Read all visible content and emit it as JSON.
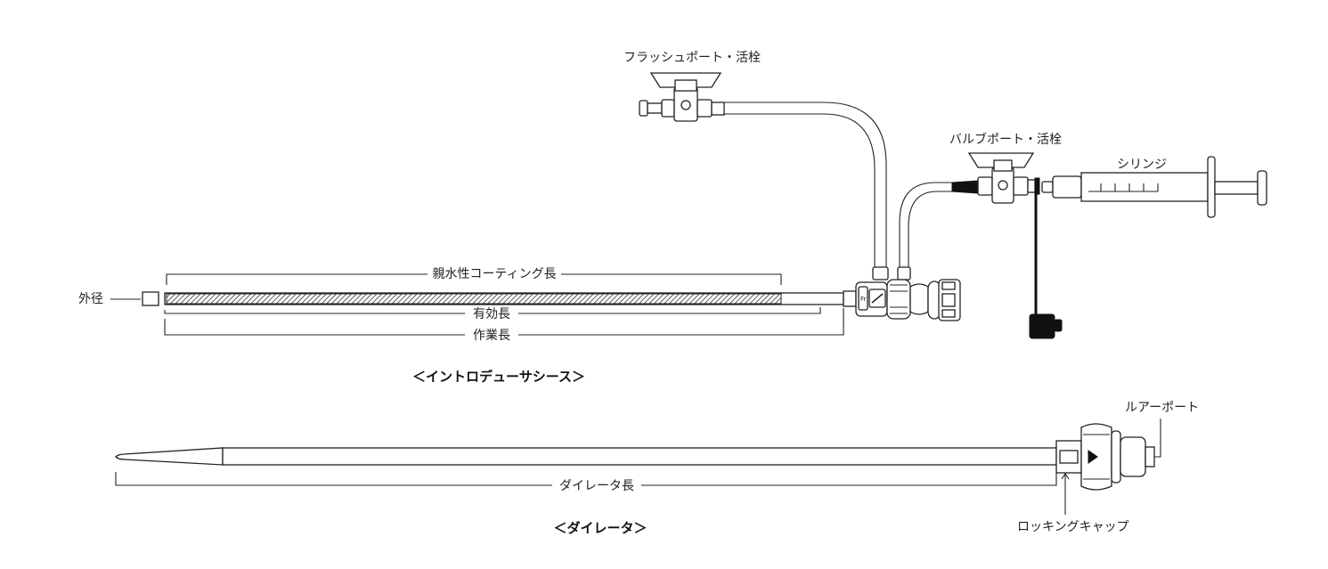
{
  "sheath": {
    "title": "＜イントロデューサシース＞",
    "labels": {
      "outer_diameter": "外径",
      "hydrophilic_coating_length": "親水性コーティング長",
      "effective_length": "有効長",
      "working_length": "作業長",
      "flush_port": "フラッシュポート・活栓",
      "valve_port": "バルブポート・活栓",
      "syringe": "シリンジ"
    }
  },
  "dilator": {
    "title": "＜ダイレータ＞",
    "labels": {
      "dilator_length": "ダイレータ長",
      "luer_port": "ルアーポート",
      "locking_cap": "ロッキングキャップ"
    }
  },
  "colors": {
    "line": "#222222",
    "fill": "#ffffff",
    "dark": "#111111"
  }
}
